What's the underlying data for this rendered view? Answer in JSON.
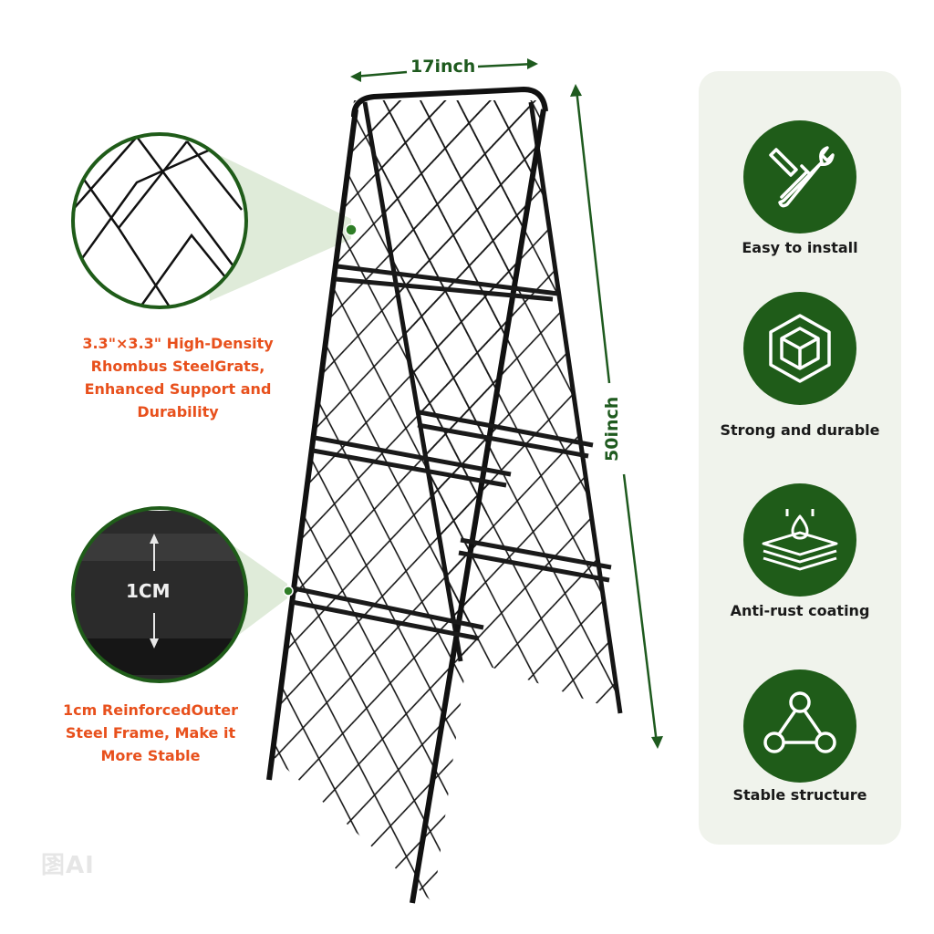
{
  "dimensions": {
    "width_label": "17inch",
    "height_label": "50inch"
  },
  "callouts": {
    "grid_lines": [
      "3.3\"×3.3\" High-Density",
      "Rhombus SteelGrats,",
      "Enhanced Support and",
      "Durability"
    ],
    "frame_lines": [
      "1cm ReinforcedOuter",
      "Steel Frame, Make it",
      "More Stable"
    ],
    "frame_measure": "1CM"
  },
  "features": [
    {
      "label": "Easy to install",
      "icon": "tools-icon"
    },
    {
      "label": "Strong and durable",
      "icon": "cube-icon"
    },
    {
      "label": "Anti-rust coating",
      "icon": "layers-droplet-icon"
    },
    {
      "label": "Stable structure",
      "icon": "triangle-nodes-icon"
    }
  ],
  "watermark": "IA图",
  "colors": {
    "accent_green": "#1f5c19",
    "callout_orange": "#e8501c",
    "panel_bg": "#f0f3ec"
  }
}
